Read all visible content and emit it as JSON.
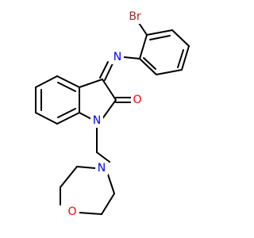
{
  "atoms": {
    "br": {
      "label": "Br",
      "color": "#a52a2a"
    },
    "n_imine": {
      "label": "N",
      "color": "#0000ff"
    },
    "o_carbonyl": {
      "label": "O",
      "color": "#ff0000"
    },
    "n_ring": {
      "label": "N",
      "color": "#0000ff"
    },
    "n_morph": {
      "label": "N",
      "color": "#0000ff"
    },
    "o_morph": {
      "label": "O",
      "color": "#ff0000"
    }
  },
  "bond_color": "#000000"
}
